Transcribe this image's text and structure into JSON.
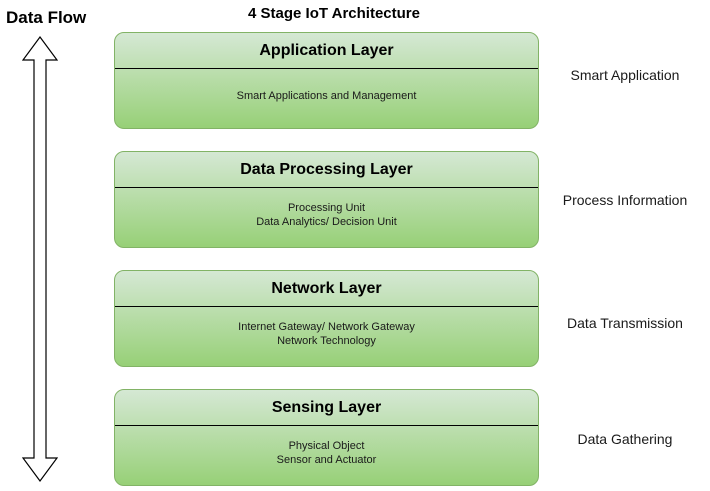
{
  "title": "4 Stage IoT Architecture",
  "data_flow": {
    "label": "Data Flow"
  },
  "colors": {
    "box_gradient_top": "#d5e8d4",
    "box_gradient_bottom": "#97d077",
    "box_border": "#82b366",
    "divider": "#000000",
    "text": "#1a1a1a",
    "background": "#ffffff"
  },
  "layers": [
    {
      "name": "Application Layer",
      "details": [
        "Smart Applications and Management"
      ],
      "stage_label": "Smart Application"
    },
    {
      "name": "Data Processing Layer",
      "details": [
        "Processing Unit",
        "Data Analytics/ Decision Unit"
      ],
      "stage_label": "Process Information"
    },
    {
      "name": "Network Layer",
      "details": [
        "Internet Gateway/ Network Gateway",
        "Network Technology"
      ],
      "stage_label": "Data Transmission"
    },
    {
      "name": "Sensing Layer",
      "details": [
        "Physical Object",
        "Sensor and Actuator"
      ],
      "stage_label": "Data Gathering"
    }
  ]
}
